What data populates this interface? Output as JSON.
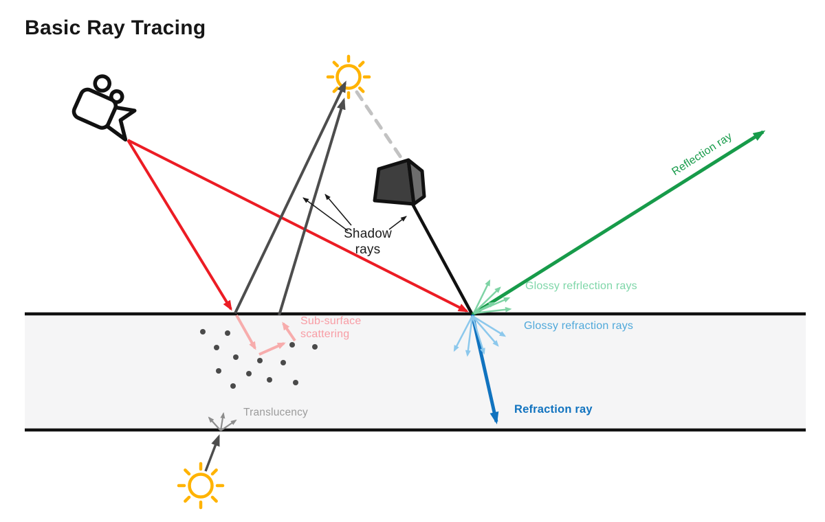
{
  "title": "Basic Ray Tracing",
  "labels": {
    "shadow_rays": {
      "line1": "Shadow",
      "line2": "rays"
    },
    "reflection_ray": "Reflection ray",
    "glossy_reflection_rays": "Glossy refrlection rays",
    "glossy_refraction_rays": "Glossy refraction rays",
    "refraction_ray": "Refraction ray",
    "sub_surface": {
      "line1": "Sub-surface",
      "line2": "scattering"
    },
    "translucency": "Translucency"
  },
  "icons": {
    "camera": "video-camera-icon",
    "light_source_top": "sun-icon",
    "light_source_bottom": "sun-icon",
    "occluder": "cube"
  },
  "colors": {
    "primary_ray_red": "#EC1C24",
    "reflection_green": "#179B4A",
    "glossy_reflection_light_green": "#7ED3A4",
    "refraction_blue": "#1173BF",
    "glossy_refraction_light_blue": "#8CC8EC",
    "subsurface_pink": "#F7ACAC",
    "shadow_ray_gray": "#4D4D4D",
    "blocked_light_dashed_gray": "#C2C2C2",
    "sun_orange": "#FFB300",
    "surface_fill": "#F5F5F6",
    "outline_black": "#111111"
  }
}
